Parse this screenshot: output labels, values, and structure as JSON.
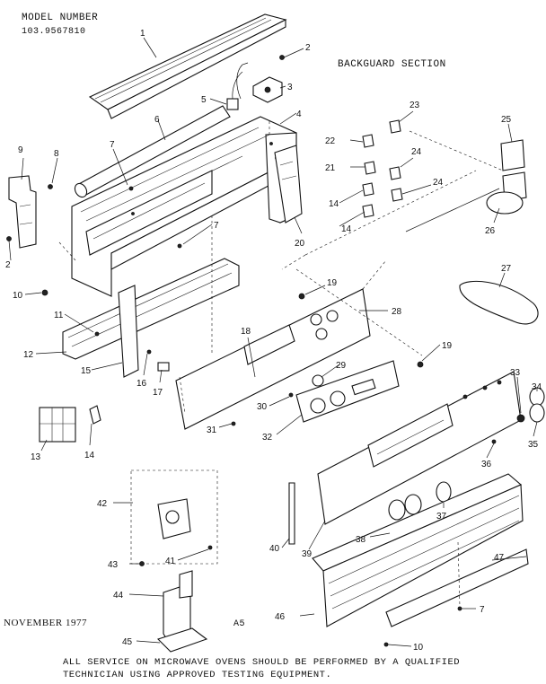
{
  "header": {
    "model_label": "MODEL NUMBER",
    "model_number": "103.9567810",
    "section_title": "BACKGUARD SECTION"
  },
  "footer": {
    "date": "NOVEMBER 1977",
    "page_code": "A5",
    "notice_line1": "ALL SERVICE ON MICROWAVE OVENS SHOULD BE PERFORMED BY A QUALIFIED",
    "notice_line2": "TECHNICIAN USING APPROVED TESTING EQUIPMENT."
  },
  "callouts": [
    "1",
    "2",
    "3",
    "4",
    "5",
    "6",
    "7",
    "8",
    "9",
    "2",
    "7",
    "10",
    "11",
    "12",
    "15",
    "16",
    "17",
    "13",
    "14",
    "42",
    "41",
    "43",
    "44",
    "45",
    "18",
    "30",
    "31",
    "32",
    "29",
    "19",
    "28",
    "19",
    "20",
    "22",
    "21",
    "14",
    "14",
    "23",
    "24",
    "24",
    "25",
    "26",
    "27",
    "33",
    "34",
    "35",
    "36",
    "37",
    "38",
    "39",
    "40",
    "46",
    "47",
    "7",
    "10"
  ]
}
